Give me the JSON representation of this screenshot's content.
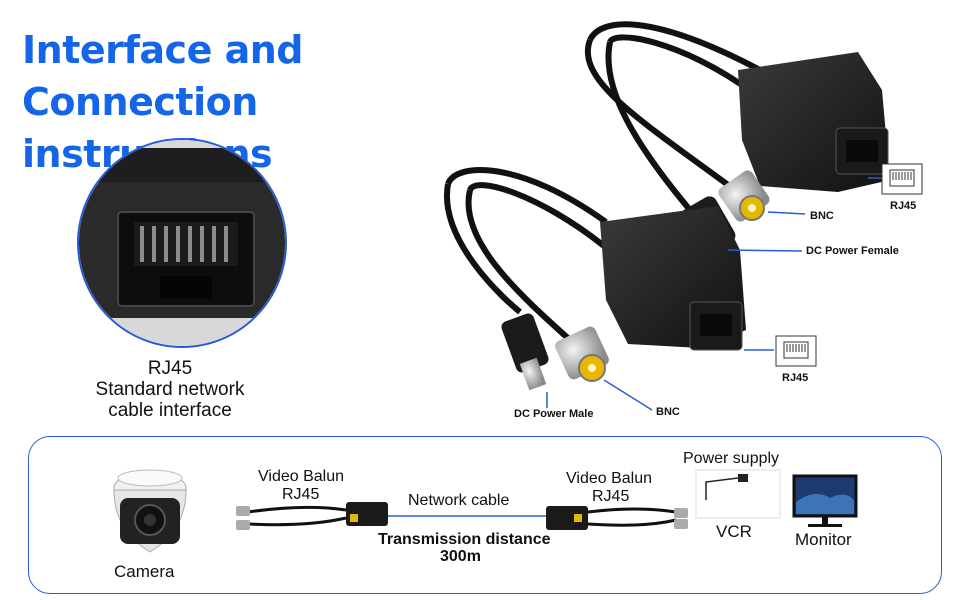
{
  "title": {
    "line1": "Interface and Connection",
    "line2": "instructions"
  },
  "closeup": {
    "caption_lines": [
      "RJ45",
      "Standard network",
      "cable interface"
    ]
  },
  "product_labels": {
    "bnc_upper": "BNC",
    "rj45_upper": "RJ45",
    "dc_female": "DC Power Female",
    "rj45_lower": "RJ45",
    "dc_male": "DC Power Male",
    "bnc_lower": "BNC"
  },
  "diagram": {
    "camera": "Camera",
    "balun_left": {
      "line1": "Video Balun",
      "line2": "RJ45"
    },
    "network_cable": "Network cable",
    "transmission": {
      "line1": "Transmission distance",
      "line2": "300m"
    },
    "balun_right": {
      "line1": "Video Balun",
      "line2": "RJ45"
    },
    "power_supply": "Power supply",
    "vcr": "VCR",
    "monitor": "Monitor"
  },
  "colors": {
    "title": "#1565e8",
    "accent_line": "#2a5bd7",
    "connector_gold": "#e6b800"
  }
}
